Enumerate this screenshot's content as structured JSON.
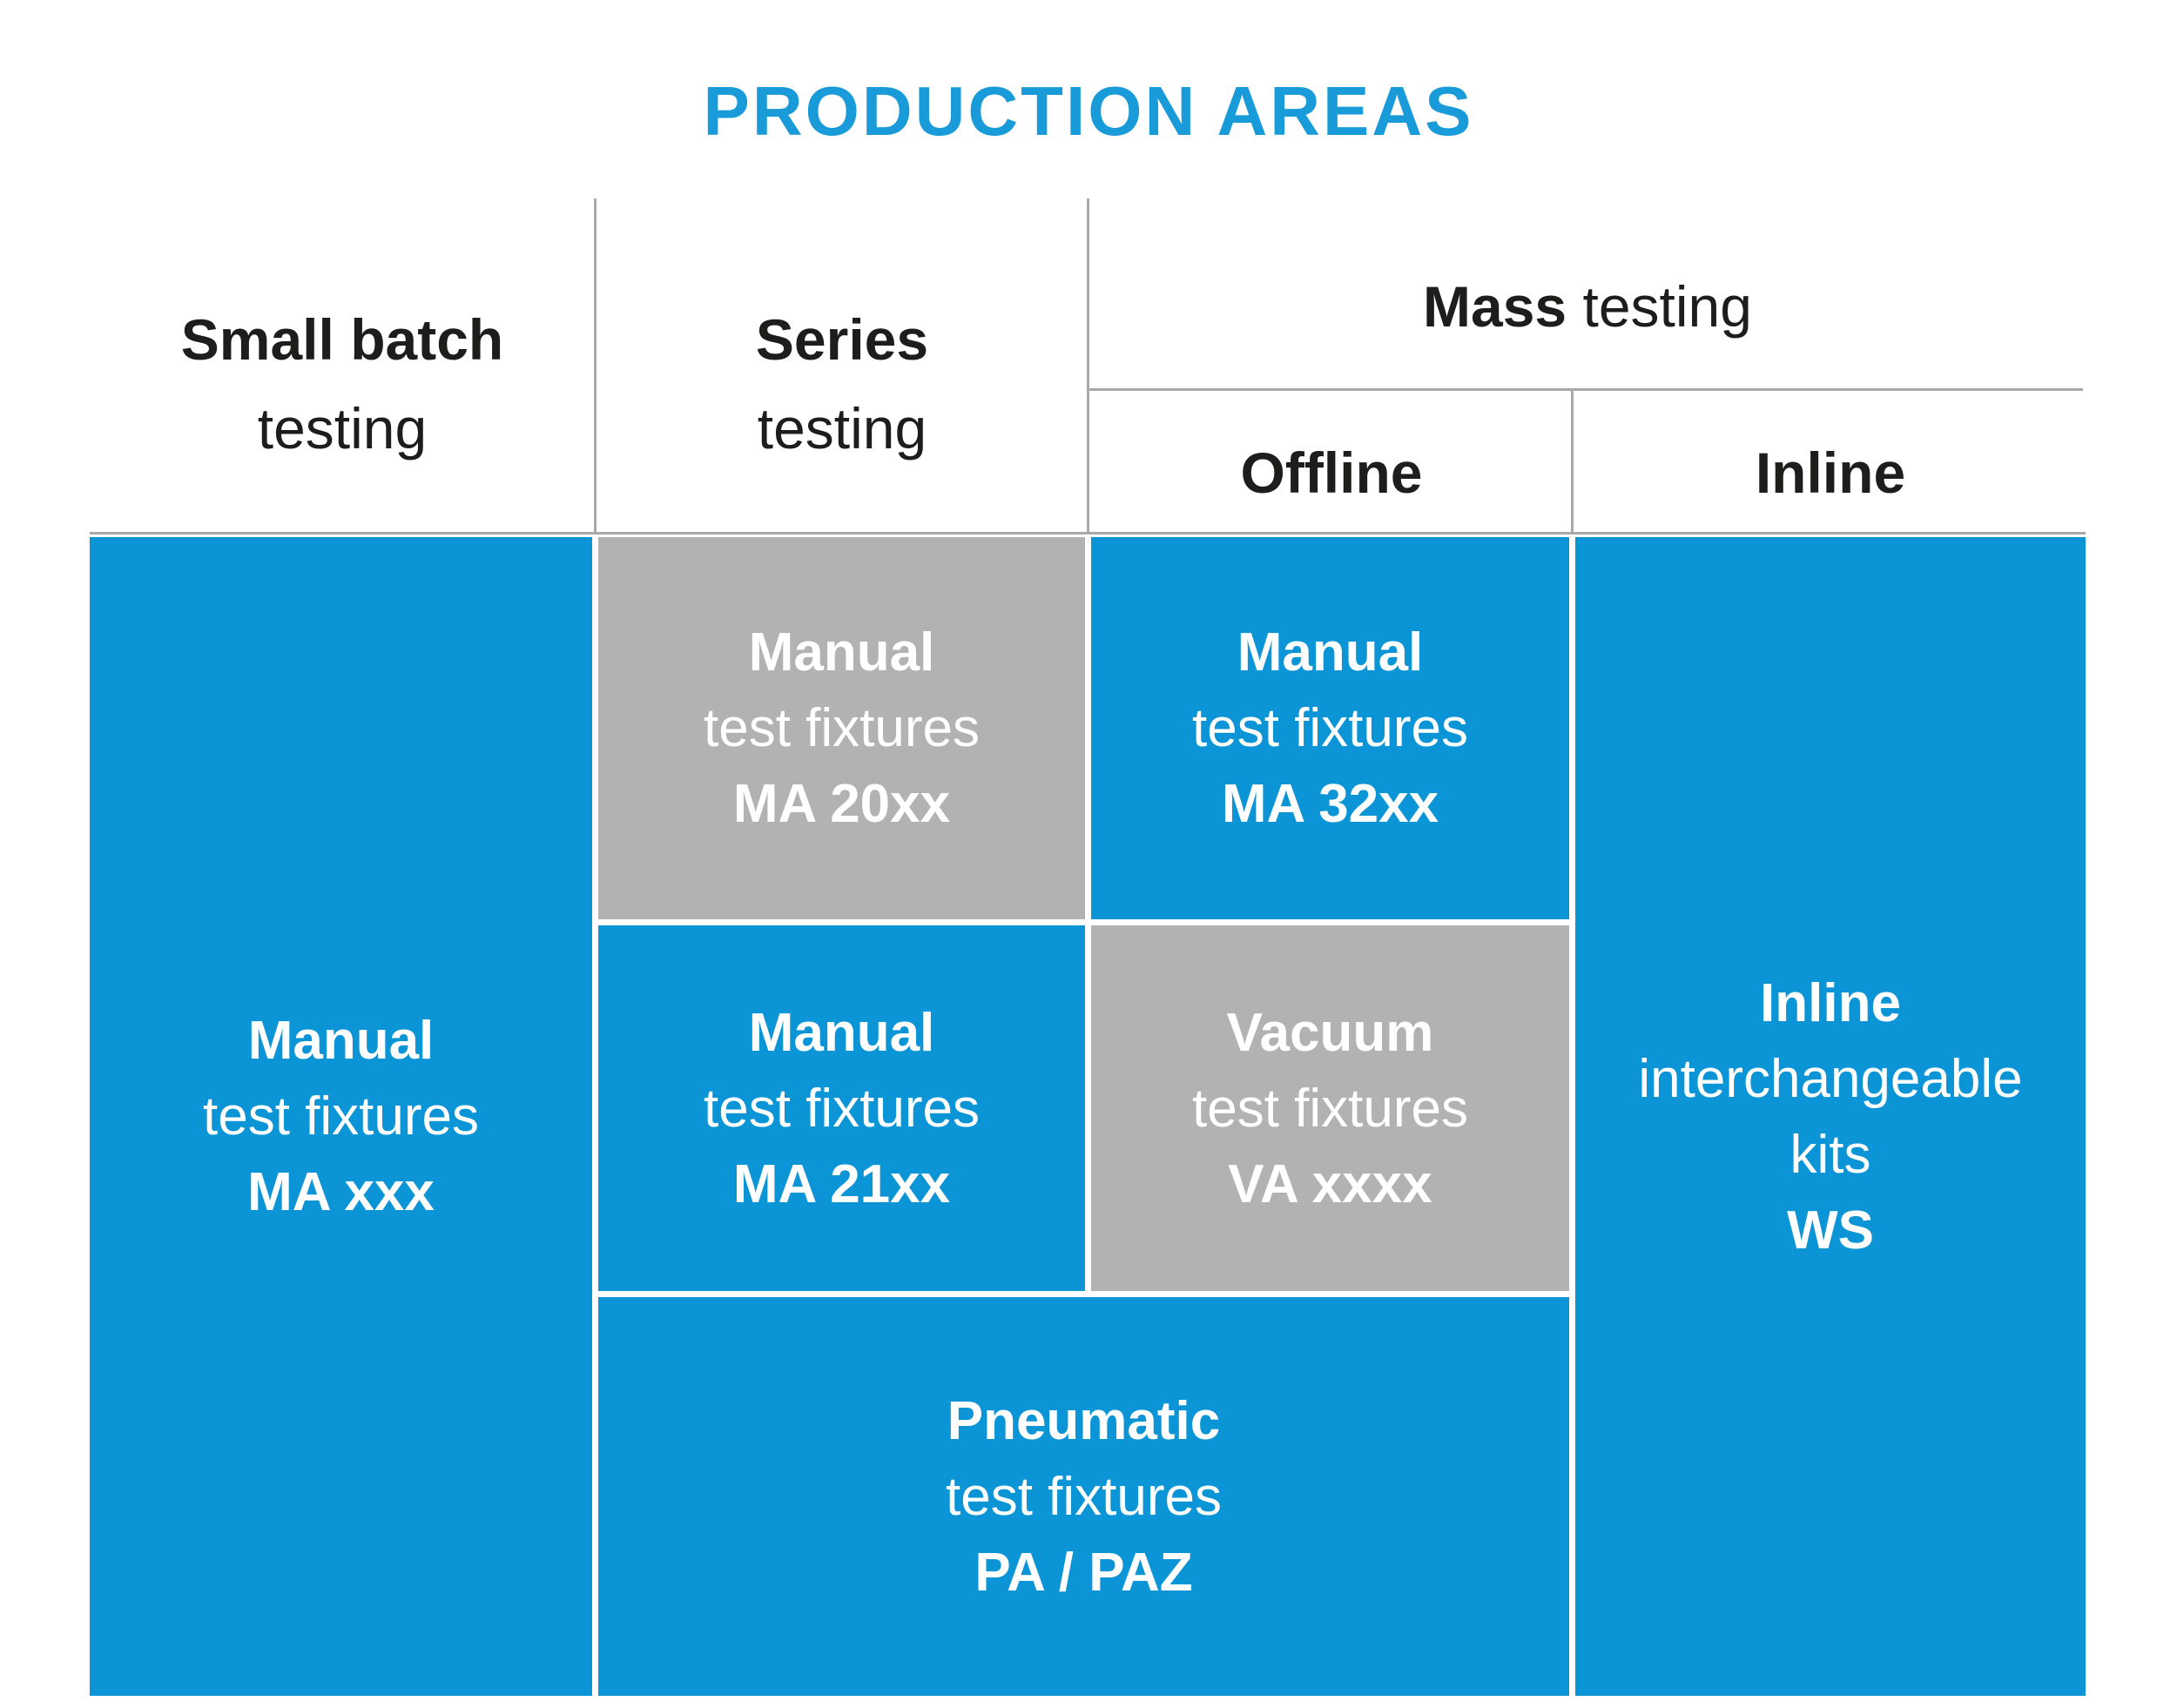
{
  "title": "PRODUCTION AREAS",
  "header": {
    "small_batch": {
      "line1": "Small batch",
      "line2": "testing"
    },
    "series": {
      "line1": "Series",
      "line2": "testing"
    },
    "mass": {
      "bold": "Mass",
      "regular": "testing"
    },
    "offline": "Offline",
    "inline": "Inline"
  },
  "blocks": {
    "small_batch_manual": {
      "line1": "Manual",
      "line2": "test fixtures",
      "line3": "MA xxx",
      "color": "blue"
    },
    "series_manual_20xx": {
      "line1": "Manual",
      "line2": "test fixtures",
      "line3": "MA 20xx",
      "color": "gray"
    },
    "offline_manual_32xx": {
      "line1": "Manual",
      "line2": "test fixtures",
      "line3": "MA 32xx",
      "color": "blue"
    },
    "series_manual_21xx": {
      "line1": "Manual",
      "line2": "test fixtures",
      "line3": "MA 21xx",
      "color": "blue"
    },
    "offline_vacuum": {
      "line1": "Vacuum",
      "line2": "test fixtures",
      "line3": "VA xxxx",
      "color": "gray"
    },
    "pneumatic": {
      "line1": "Pneumatic",
      "line2": "test fixtures",
      "line3": "PA / PAZ",
      "color": "blue"
    },
    "inline_kits": {
      "line1": "Inline",
      "line2": "interchangeable",
      "line3": "kits",
      "line4": "WS",
      "color": "blue"
    }
  },
  "colors": {
    "blue": "#0c95d6",
    "gray": "#b2b2b2",
    "title_blue": "#189bd8",
    "line_gray": "#a8a8a8",
    "text_dark": "#1d1d1b",
    "text_white": "#ffffff"
  }
}
